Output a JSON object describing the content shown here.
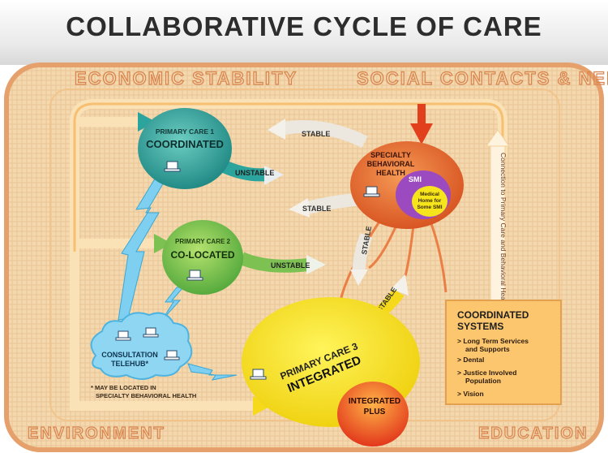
{
  "title": "COLLABORATIVE CYCLE OF CARE",
  "border_labels": {
    "economic_stability": "ECONOMIC STABILITY",
    "social_contacts": "SOCIAL CONTACTS & NEIGHBORHOOD",
    "environment": "ENVIRONMENT",
    "education": "EDUCATION"
  },
  "nodes": {
    "pc1": {
      "line1": "PRIMARY CARE 1",
      "line2": "COORDINATED"
    },
    "pc2": {
      "line1": "PRIMARY CARE 2",
      "line2": "CO-LOCATED"
    },
    "pc3": {
      "line1": "PRIMARY CARE 3",
      "line2": "INTEGRATED"
    },
    "specialty": {
      "line1": "SPECIALTY",
      "line2": "BEHAVIORAL",
      "line3": "HEALTH"
    },
    "smi": {
      "label": "SMI",
      "sub1": "Medical",
      "sub2": "Home for",
      "sub3": "Some SMI"
    },
    "integrated_plus": {
      "line1": "INTEGRATED",
      "line2": "PLUS"
    },
    "telehub": {
      "line1": "CONSULTATION",
      "line2": "TELEHUB*"
    },
    "note": {
      "line1": "* MAY BE LOCATED IN",
      "line2": "SPECIALTY BEHAVIORAL HEALTH"
    }
  },
  "arrow_labels": {
    "stable": "STABLE",
    "unstable": "UNSTABLE"
  },
  "connection_label": "Connection to Primary Care and Behavioral Health",
  "coordinated_systems": {
    "title1": "COORDINATED",
    "title2": "SYSTEMS",
    "items": [
      "> Long Term Services",
      "and Supports",
      "> Dental",
      "> Justice Involved",
      "Population",
      "> Vision"
    ]
  },
  "colors": {
    "background": "#f2d4a9",
    "border": "#e09a66",
    "pc1": "#2a9d97",
    "pc2": "#7cc152",
    "pc3": "#f6e41c",
    "specialty": "#e96a2d",
    "smi": "#9b4ac0",
    "telehub": "#7fd0f0",
    "coord_box": "#fbc46e"
  }
}
